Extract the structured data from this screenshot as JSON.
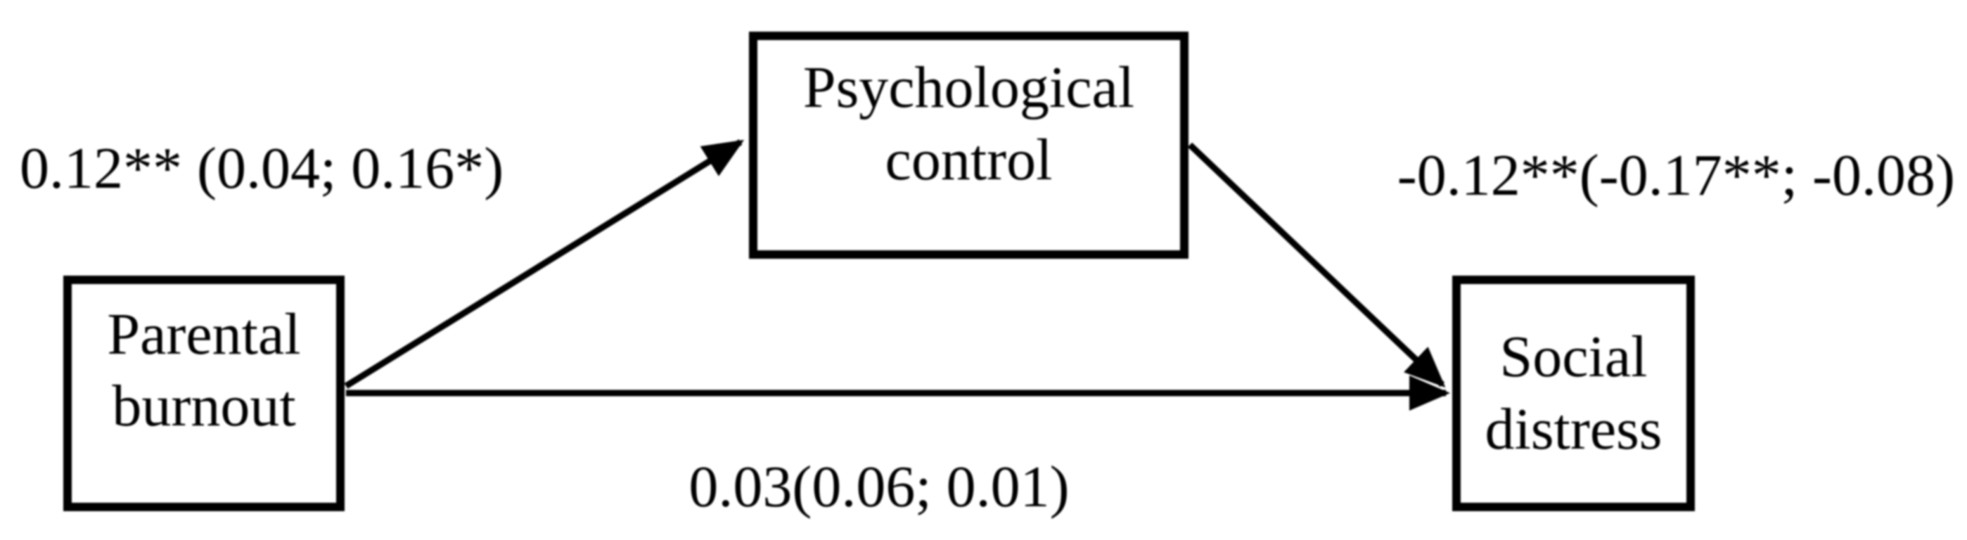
{
  "figure": {
    "type": "mediation-path-diagram",
    "colors": {
      "background": "#ffffff",
      "line": "#000000",
      "box_border": "#000000",
      "box_fill": "#ffffff",
      "text": "#000000"
    },
    "nodes": {
      "predictor": {
        "lines": [
          "Parental",
          "burnout"
        ]
      },
      "mediator": {
        "lines": [
          "Psychological",
          "control"
        ]
      },
      "outcome": {
        "lines": [
          "Social",
          "distress"
        ]
      }
    },
    "paths": {
      "predictor_to_mediator": {
        "label": "0.12** (0.04; 0.16*)"
      },
      "mediator_to_outcome": {
        "label": "-0.12**(-0.17**; -0.08)"
      },
      "predictor_to_outcome": {
        "label": "0.03(0.06; 0.01)"
      }
    }
  }
}
